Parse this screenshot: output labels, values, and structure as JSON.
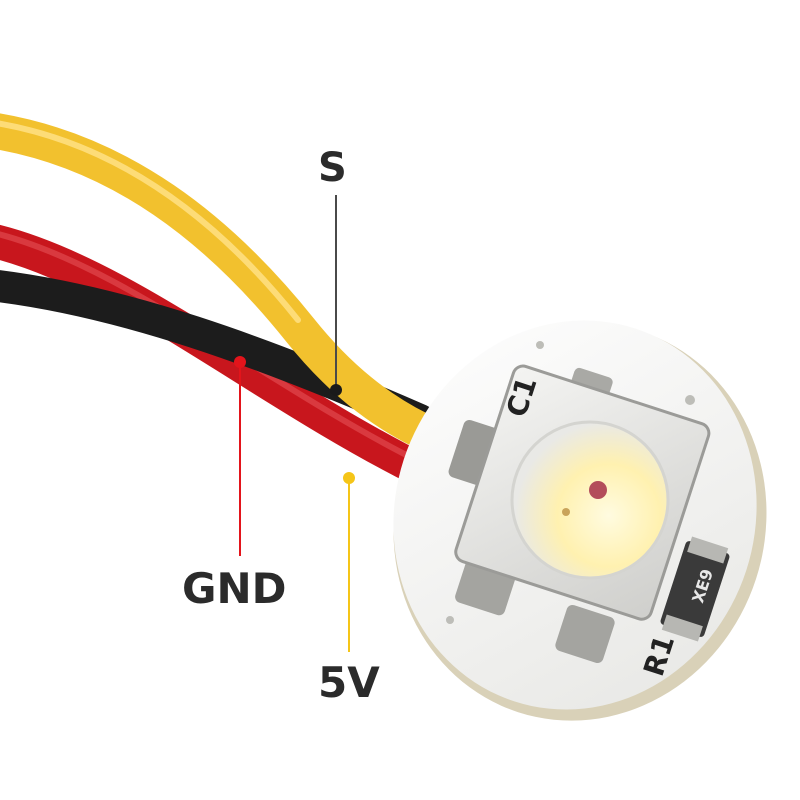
{
  "labels": {
    "signal": "S",
    "ground": "GND",
    "power": "5V"
  },
  "board_markings": {
    "capacitor": "C1",
    "resistor_value": "XE9",
    "resistor": "R1"
  },
  "colors": {
    "signal_wire": "#f2c12e",
    "ground_wire": "#1c1c1c",
    "power_wire": "#c8161d",
    "ground_marker": "#e3141b",
    "power_marker": "#f5c518",
    "signal_marker": "#1a1a1a",
    "board": "#f7f7f5",
    "led_warm_white": "#fff3b0"
  }
}
